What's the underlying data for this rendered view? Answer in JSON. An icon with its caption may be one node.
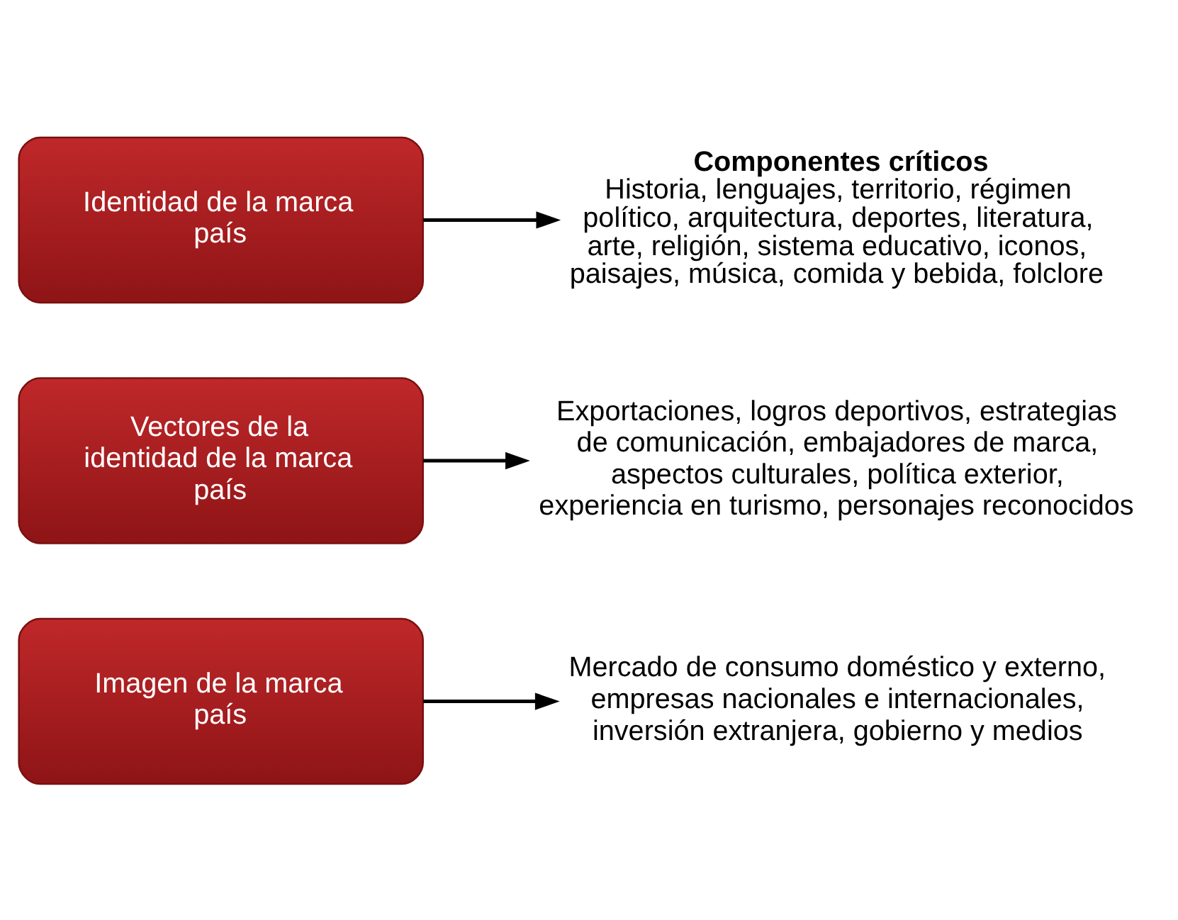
{
  "diagram": {
    "nodes": [
      {
        "text": [
          "Identidad de la marca país"
        ]
      },
      {
        "text": [
          "Componentes críticos",
          "Historia, lenguajes, territorio, régimen político, arquitectura, deportes, literatura, arte, religión, sistema educativo, iconos, paisajes, música, comida y bebida, folclore"
        ]
      },
      {
        "text": [
          "Vectores de la identidad de la marca país"
        ]
      },
      {
        "text": [
          "Exportaciones, logros deportivos, estrategias de comunicación, embajadores de marca, aspectos culturales, política exterior, experiencia en turismo, personajes reconocidos"
        ]
      },
      {
        "text": [
          "Imagen de la marca país"
        ]
      },
      {
        "text": [
          "Mercado de consumo doméstico y externo, empresas nacionales e internacionales, inversión extranjera, gobierno y medios"
        ]
      }
    ],
    "edges": [
      {
        "from": 0,
        "to": 1,
        "arrow": "to"
      },
      {
        "from": 2,
        "to": 3,
        "arrow": "to"
      },
      {
        "from": 4,
        "to": 5,
        "arrow": "to"
      }
    ]
  }
}
